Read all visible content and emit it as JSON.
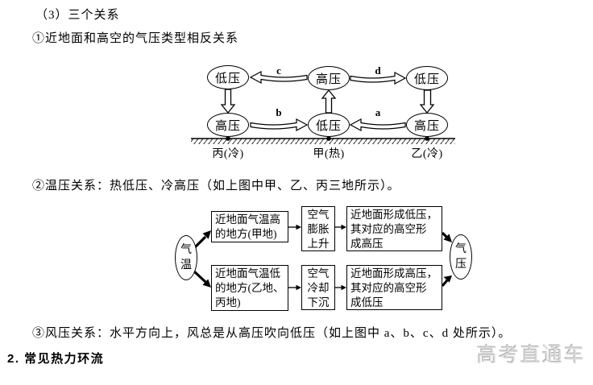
{
  "document": {
    "section_heading": "（3）三个关系",
    "point_1": "①近地面和高空的气压类型相反关系",
    "point_2": "②温压关系：热低压、冷高压（如上图中甲、乙、丙三地所示）。",
    "point_3": "③风压关系：水平方向上，风总是从高压吹向低压（如上图中 a、b、c、d 处所示）。",
    "next_section_heading": "2. 常见热力环流",
    "watermark": "高考直通车"
  },
  "pressure_diagram": {
    "upper_ovals": [
      "低压",
      "高压",
      "低压"
    ],
    "lower_ovals": [
      "高压",
      "低压",
      "高压"
    ],
    "arrow_labels": {
      "a": "a",
      "b": "b",
      "c": "c",
      "d": "d"
    },
    "ground_labels": [
      "丙(冷)",
      "甲(热)",
      "乙(冷)"
    ]
  },
  "flow_chart": {
    "left_oval": "气\n温",
    "right_oval": "气\n压",
    "top_row": {
      "cause": "近地面气温高\n的地方(甲地)",
      "process": "空气\n膨胀\n上升",
      "result": "近地面形成低压，\n其对应的高空形\n成高压"
    },
    "bottom_row": {
      "cause": "近地面气温低\n的地方(乙地、\n丙地)",
      "process": "空气\n冷却\n下沉",
      "result": "近地面形成高压，\n其对应的高空形\n成低压"
    }
  }
}
